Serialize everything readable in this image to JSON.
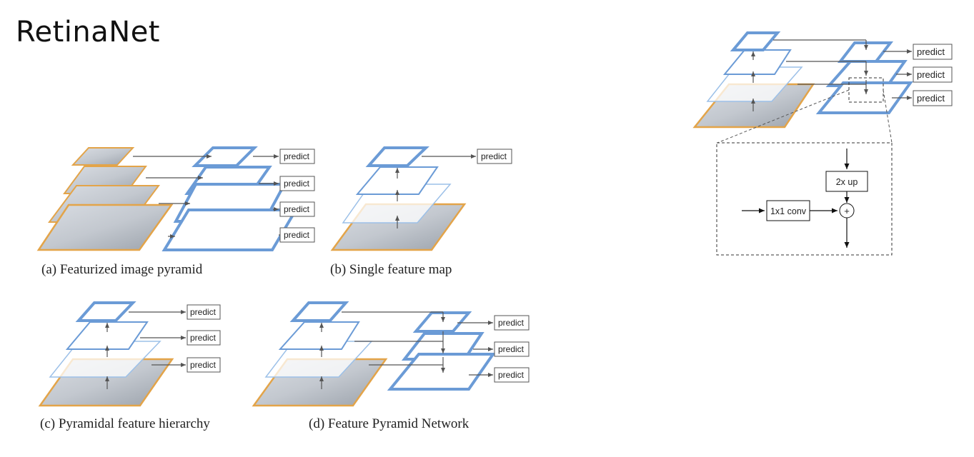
{
  "slide": {
    "title": "RetinaNet"
  },
  "panels": {
    "a": {
      "caption": "(a) Featurized image pyramid"
    },
    "b": {
      "caption": "(b) Single feature map"
    },
    "c": {
      "caption": "(c) Pyramidal feature hierarchy"
    },
    "d": {
      "caption": "(d) Feature Pyramid Network"
    }
  },
  "labels": {
    "predict": "predict"
  },
  "detail": {
    "upsample_label": "2x up",
    "conv_label": "1x1 conv",
    "merge_symbol": "+"
  },
  "colors": {
    "feature_map": "#6b9bd6",
    "image": "#e3a449",
    "arrow": "#555555"
  }
}
